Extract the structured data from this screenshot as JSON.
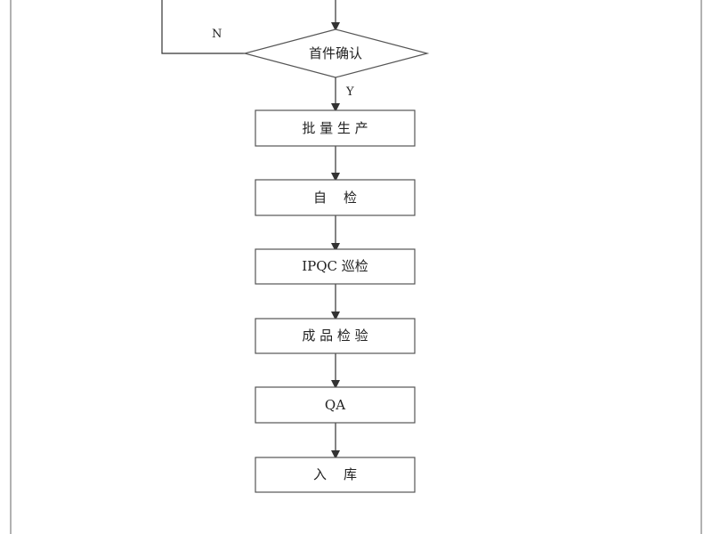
{
  "diagram": {
    "decision": {
      "label": "首件确认"
    },
    "steps": [
      {
        "label": "批 量 生 产"
      },
      {
        "label": "自    检"
      },
      {
        "label": "IPQC 巡检"
      },
      {
        "label": "成 品 检 验"
      },
      {
        "label": "QA"
      },
      {
        "label": "入    库"
      }
    ],
    "edge_labels": {
      "no": "N",
      "yes": "Y"
    },
    "colors": {
      "line": "#333333",
      "box_border": "#555555",
      "text": "#222222"
    }
  }
}
